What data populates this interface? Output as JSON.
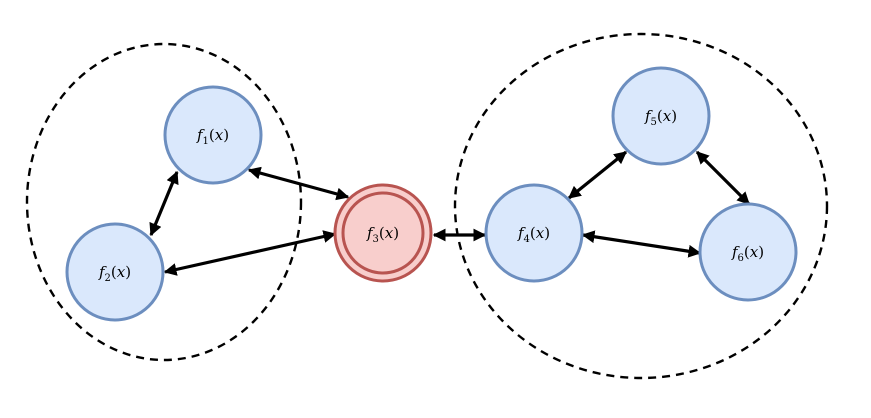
{
  "colors": {
    "node_fill": "#dae8fc",
    "node_stroke": "#6c8ebf",
    "hub_fill": "#f8cecc",
    "hub_stroke": "#b85450",
    "edge": "#000000",
    "cluster_border": "#000000"
  },
  "nodes": {
    "f1": {
      "func": "f",
      "sub": "1",
      "arg": "x"
    },
    "f2": {
      "func": "f",
      "sub": "2",
      "arg": "x"
    },
    "f3": {
      "func": "f",
      "sub": "3",
      "arg": "x"
    },
    "f4": {
      "func": "f",
      "sub": "4",
      "arg": "x"
    },
    "f5": {
      "func": "f",
      "sub": "5",
      "arg": "x"
    },
    "f6": {
      "func": "f",
      "sub": "6",
      "arg": "x"
    }
  }
}
